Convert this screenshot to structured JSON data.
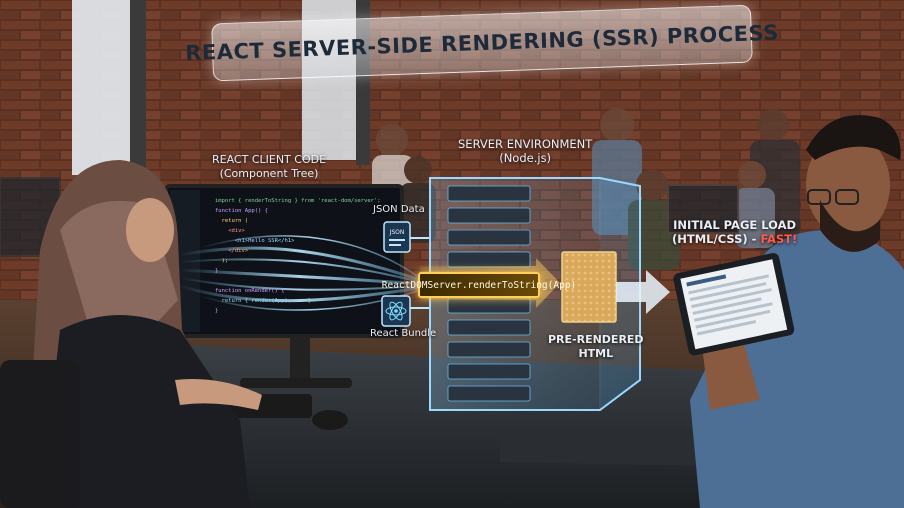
{
  "title": "REACT SERVER-SIDE RENDERING (SSR) PROCESS",
  "labels": {
    "client_code": {
      "line1": "REACT CLIENT CODE",
      "line2": "(Component Tree)"
    },
    "server_env": {
      "line1": "SERVER ENVIRONMENT",
      "line2": "(Node.js)"
    },
    "json_data": "JSON Data",
    "react_bundle": "React Bundle",
    "render_call": "ReactDOMServer.renderToString(App)",
    "pre_rendered": {
      "line1": "PRE-RENDERED",
      "line2": "HTML"
    },
    "initial_load": {
      "line1": "INITIAL PAGE LOAD",
      "line2": "(HTML/CSS) - ",
      "fast": "FAST!"
    }
  },
  "code_lines": [
    "import { renderToString } from 'react-dom/server';",
    "function App() {",
    "  return (",
    "    <div>",
    "      <h1>Hello SSR</h1>",
    "    </div>",
    "  );",
    "}",
    "function onRender() {",
    "  return { render(App), ... }",
    "}"
  ],
  "colors": {
    "accent": "#ffcf5a",
    "glow": "#7fd0ff",
    "fast": "#ff5a4a"
  }
}
